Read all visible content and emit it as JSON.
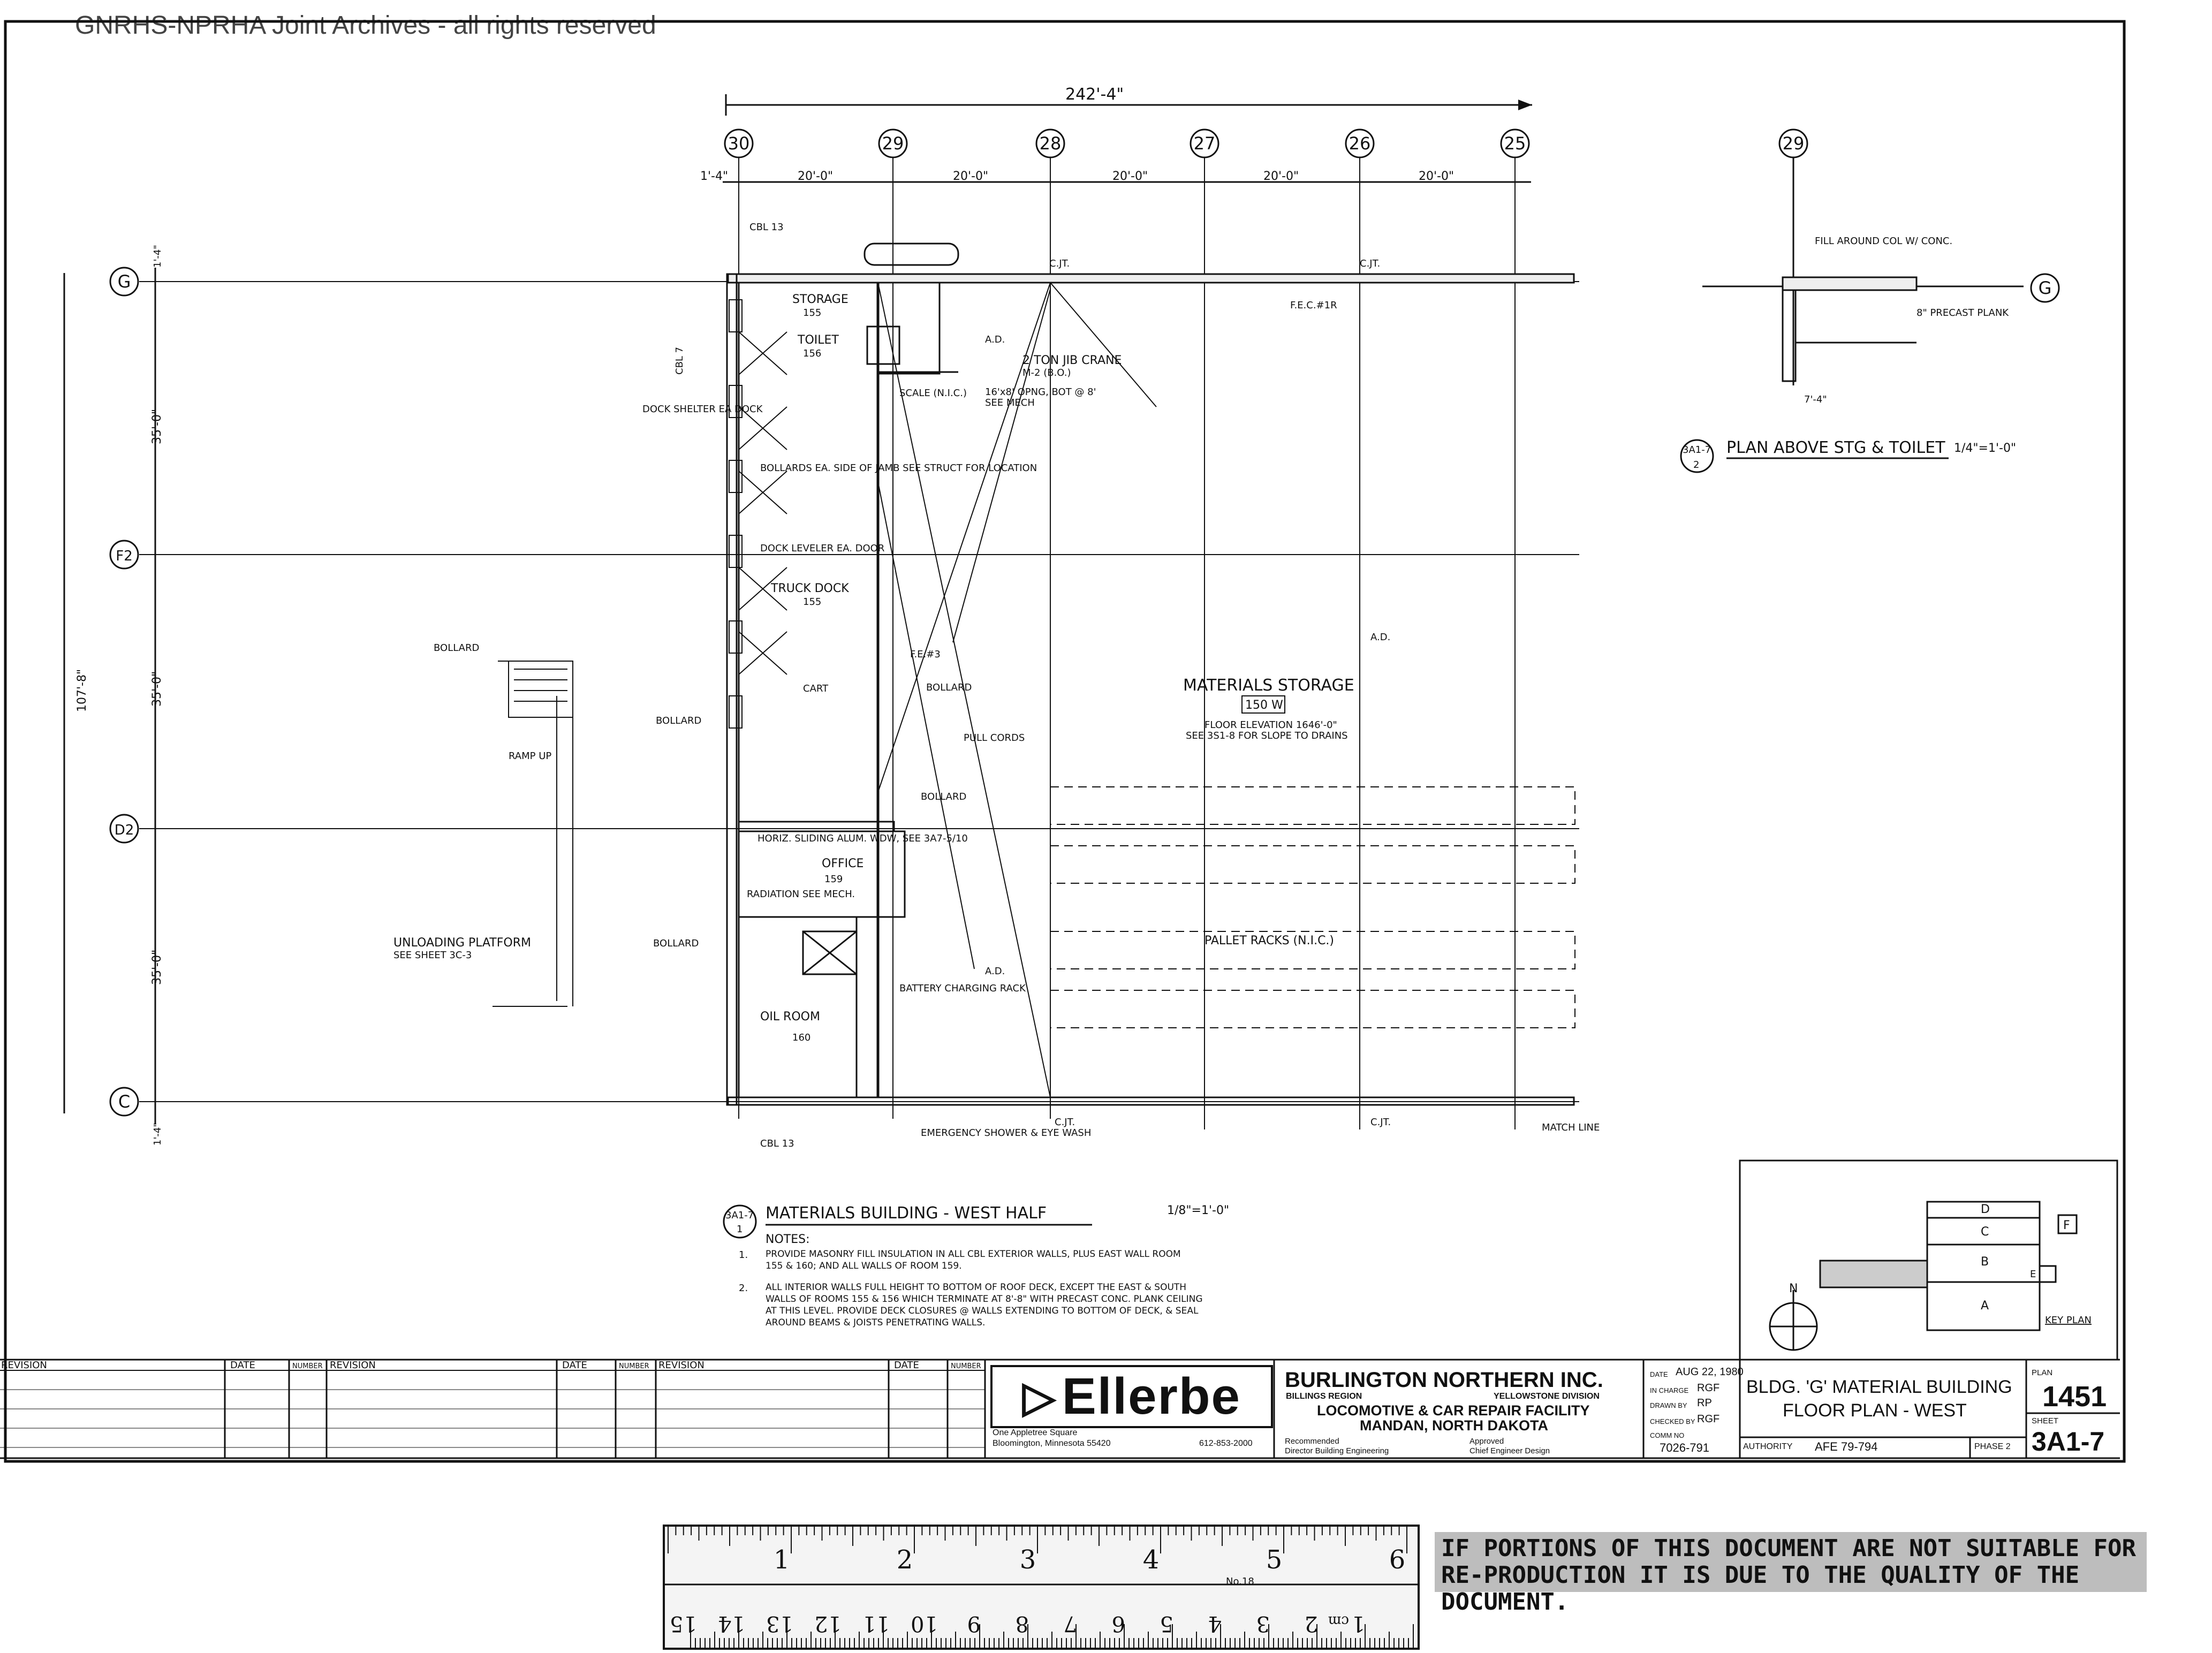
{
  "watermark": "GNRHS-NPRHA Joint Archives - all rights reserved",
  "overall_dim": "242'-4\"",
  "column_grid": [
    "30",
    "29",
    "28",
    "27",
    "26",
    "25"
  ],
  "bay_dims": [
    "20'-0\"",
    "20'-0\"",
    "20'-0\"",
    "20'-0\"",
    "20'-0\""
  ],
  "left_dim": "1'-4\"",
  "row_grid": [
    "G",
    "F2",
    "D2",
    "C"
  ],
  "row_dims": [
    "35'-0\"",
    "35'-0\"",
    "35'-0\""
  ],
  "total_height_dim": "107'-8\"",
  "top_edge_dim": "1'-4\"",
  "bottom_edge_dim": "1'-4\"",
  "rooms": {
    "storage": "STORAGE",
    "storage_no": "155",
    "toilet": "TOILET",
    "toilet_no": "156",
    "truck_dock": "TRUCK DOCK",
    "truck_dock_no": "155",
    "materials_storage": "MATERIALS STORAGE",
    "materials_storage_no": "150 W",
    "office": "OFFICE",
    "office_no": "159",
    "oil_room": "OIL ROOM",
    "oil_room_no": "160"
  },
  "labels": {
    "jib_crane": "2 TON JIB CRANE",
    "jib_crane_sub": "M-2 (B.O.)",
    "opng": "16'x8' OPNG, BOT @ 8'",
    "see_mech": "SEE MECH",
    "scale": "SCALE (N.I.C.)",
    "dock_shelter": "DOCK SHELTER EA DOCK",
    "bollards_note": "BOLLARDS EA. SIDE OF JAMB SEE STRUCT FOR LOCATION",
    "dock_leveler": "DOCK LEVELER EA. DOOR",
    "floor_elev": "FLOOR ELEVATION 1646'-0\"",
    "slope_note": "SEE 3S1-8 FOR SLOPE TO DRAINS",
    "pallet_racks": "PALLET RACKS (N.I.C.)",
    "unloading": "UNLOADING PLATFORM",
    "unloading_sub": "SEE SHEET 3C-3",
    "ramp_up": "RAMP UP",
    "bollard": "BOLLARD",
    "cart": "CART",
    "pull_cords": "PULL CORDS",
    "horiz_sliding": "HORIZ. SLIDING ALUM. WDW, SEE 3A7-5/10",
    "radiation": "RADIATION SEE MECH.",
    "battery": "BATTERY CHARGING RACK",
    "emergency": "EMERGENCY SHOWER & EYE WASH",
    "match_line": "MATCH LINE",
    "cbl13_top": "CBL 13",
    "cbl13_bot": "CBL 13",
    "cbl7": "CBL 7",
    "cjt": "C.JT.",
    "ad": "A.D.",
    "fec": "F.E.C.#1R",
    "fe": "F.E.#3"
  },
  "plan_title": "MATERIALS BUILDING - WEST HALF",
  "plan_ref": "3A1-7",
  "plan_ref_no": "1",
  "plan_scale": "1/8\"=1'-0\"",
  "notes_heading": "NOTES:",
  "notes": [
    "PROVIDE MASONRY FILL INSULATION IN ALL CBL EXTERIOR WALLS, PLUS EAST WALL ROOM 155 & 160; AND ALL WALLS OF ROOM 159.",
    "ALL INTERIOR WALLS FULL HEIGHT TO BOTTOM OF ROOF DECK, EXCEPT THE EAST & SOUTH WALLS OF ROOMS 155 & 156 WHICH TERMINATE AT 8'-8\" WITH PRECAST CONC. PLANK CEILING AT THIS LEVEL. PROVIDE DECK CLOSURES @ WALLS EXTENDING TO BOTTOM OF DECK, & SEAL AROUND BEAMS & JOISTS PENETRATING WALLS."
  ],
  "detail": {
    "title": "PLAN ABOVE STG & TOILET",
    "ref": "3A1-7",
    "ref_no": "2",
    "scale": "1/4\"=1'-0\"",
    "fill_note": "FILL AROUND COL W/ CONC.",
    "plank": "8\" PRECAST PLANK",
    "grid_col": "29",
    "grid_row": "G",
    "dim": "7'-4\""
  },
  "key_plan": {
    "label": "KEY PLAN",
    "bays": [
      "D",
      "C",
      "B",
      "A"
    ],
    "east": "E",
    "f_tag": "F",
    "north": "N"
  },
  "revision_headers": [
    "REVISION",
    "DATE",
    "NUMBER"
  ],
  "title_block": {
    "firm": "Ellerbe",
    "firm_addr1": "One Appletree Square",
    "firm_addr2": "Bloomington, Minnesota 55420",
    "firm_phone": "612-853-2000",
    "client": "BURLINGTON NORTHERN INC.",
    "region": "BILLINGS REGION",
    "division": "YELLOWSTONE DIVISION",
    "project": "LOCOMOTIVE & CAR REPAIR FACILITY",
    "location": "MANDAN, NORTH DAKOTA",
    "recommended": "Recommended",
    "recommended_by": "Director Building Engineering",
    "approved": "Approved",
    "approved_by": "Chief Engineer Design",
    "date_label": "DATE",
    "date": "AUG 22, 1980",
    "in_charge_label": "IN CHARGE",
    "in_charge": "RGF",
    "drawn_label": "DRAWN BY",
    "drawn": "RP",
    "checked_label": "CHECKED BY",
    "checked": "RGF",
    "comm_label": "COMM NO",
    "comm": "7026-791",
    "drawing_title1": "BLDG. 'G' MATERIAL BUILDING",
    "drawing_title2": "FLOOR PLAN - WEST",
    "authority_label": "AUTHORITY",
    "authority": "AFE 79-794",
    "phase": "PHASE 2",
    "plan_label": "PLAN",
    "plan_no": "1451",
    "sheet_label": "SHEET",
    "sheet_no": "3A1-7"
  },
  "ruler": {
    "inches": [
      "1",
      "2",
      "3",
      "4",
      "5",
      "6"
    ],
    "cm": [
      "1",
      "2",
      "3",
      "4",
      "5",
      "6",
      "7",
      "8",
      "9",
      "10",
      "11",
      "12",
      "13",
      "14",
      "15"
    ],
    "cm_unit": "cm",
    "brand": "No.18"
  },
  "warning": "IF PORTIONS OF THIS DOCUMENT ARE NOT SUITABLE FOR RE-PRODUCTION IT IS DUE TO THE QUALITY OF THE DOCUMENT."
}
